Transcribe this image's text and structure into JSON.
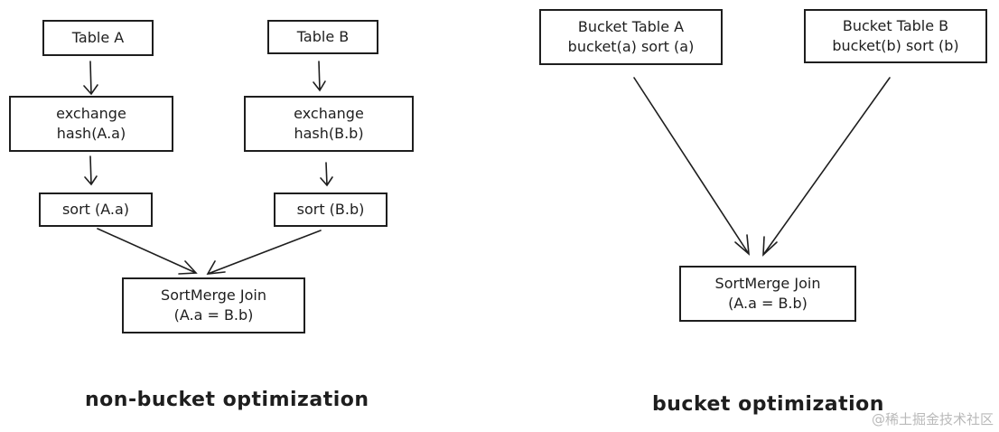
{
  "left": {
    "table_a": "Table A",
    "table_b": "Table B",
    "exchange_a": [
      "exchange",
      "hash(A.a)"
    ],
    "exchange_b": [
      "exchange",
      "hash(B.b)"
    ],
    "sort_a": "sort (A.a)",
    "sort_b": "sort (B.b)",
    "join": [
      "SortMerge Join",
      "(A.a = B.b)"
    ],
    "caption": "non-bucket optimization"
  },
  "right": {
    "bucket_a": [
      "Bucket Table A",
      "bucket(a) sort (a)"
    ],
    "bucket_b": [
      "Bucket Table B",
      "bucket(b) sort (b)"
    ],
    "join": [
      "SortMerge Join",
      "(A.a = B.b)"
    ],
    "caption": "bucket optimization"
  },
  "watermark": "@稀土掘金技术社区",
  "colors": {
    "ink": "#1e1e1e",
    "watermark": "#b9b9b9"
  }
}
